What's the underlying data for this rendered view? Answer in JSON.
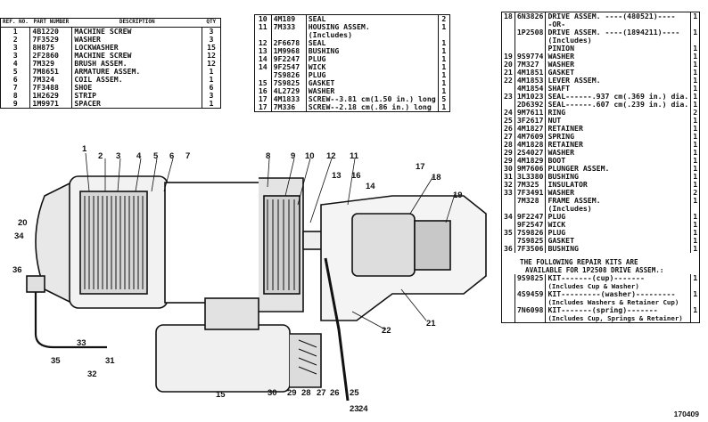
{
  "table1": {
    "headers": {
      "ref": "REF. NO.",
      "part": "PART NUMBER",
      "desc": "DESCRIPTION",
      "qty": "QTY"
    },
    "rows": [
      {
        "ref": "1",
        "pn": "4B1220",
        "desc": "MACHINE SCREW",
        "qty": "3"
      },
      {
        "ref": "2",
        "pn": "7F3529",
        "desc": "WASHER",
        "qty": "3"
      },
      {
        "ref": "3",
        "pn": "8H875",
        "desc": "LOCKWASHER",
        "qty": "15"
      },
      {
        "ref": "3",
        "pn": "2F2860",
        "desc": "MACHINE SCREW",
        "qty": "12"
      },
      {
        "ref": "4",
        "pn": "7M329",
        "desc": "BRUSH ASSEM.",
        "qty": "12"
      },
      {
        "ref": "5",
        "pn": "7M8651",
        "desc": "ARMATURE ASSEM.",
        "qty": "1"
      },
      {
        "ref": "6",
        "pn": "7M324",
        "desc": "COIL ASSEM.",
        "qty": "1"
      },
      {
        "ref": "7",
        "pn": "7F3488",
        "desc": "SHOE",
        "qty": "6"
      },
      {
        "ref": "8",
        "pn": "1H2629",
        "desc": "STRIP",
        "qty": "3"
      },
      {
        "ref": "9",
        "pn": "1M9971",
        "desc": "SPACER",
        "qty": "1"
      }
    ]
  },
  "table2": {
    "rows": [
      {
        "ref": "10",
        "pn": "4M189",
        "desc": "SEAL",
        "qty": "2"
      },
      {
        "ref": "11",
        "pn": "7M333",
        "desc": "HOUSING ASSEM.",
        "qty": "1"
      },
      {
        "ref": "",
        "pn": "",
        "desc": "(Includes)",
        "qty": ""
      },
      {
        "ref": "12",
        "pn": "2F6678",
        "desc": "SEAL",
        "qty": "1"
      },
      {
        "ref": "13",
        "pn": "1M9968",
        "desc": "BUSHING",
        "qty": "1"
      },
      {
        "ref": "14",
        "pn": "9F2247",
        "desc": "PLUG",
        "qty": "1"
      },
      {
        "ref": "14",
        "pn": "9F2547",
        "desc": "WICK",
        "qty": "1"
      },
      {
        "ref": "",
        "pn": "7S9826",
        "desc": "PLUG",
        "qty": "1"
      },
      {
        "ref": "15",
        "pn": "7S9825",
        "desc": "GASKET",
        "qty": "1"
      },
      {
        "ref": "16",
        "pn": "4L2729",
        "desc": "WASHER",
        "qty": "1"
      },
      {
        "ref": "17",
        "pn": "4M1833",
        "desc": "SCREW--3.81 cm(1.50 in.) long",
        "qty": "5"
      },
      {
        "ref": "17",
        "pn": "7M336",
        "desc": "SCREW--2.18 cm(.86 in.) long",
        "qty": "1"
      }
    ]
  },
  "table3": {
    "rows": [
      {
        "ref": "18",
        "pn": "6N3826",
        "desc": "DRIVE ASSEM. ----(480521)----",
        "qty": "1"
      },
      {
        "ref": "",
        "pn": "",
        "desc": "-OR-",
        "qty": ""
      },
      {
        "ref": "",
        "pn": "1P2508",
        "desc": "DRIVE ASSEM. ----(1894211)----",
        "qty": "1"
      },
      {
        "ref": "",
        "pn": "",
        "desc": "(Includes)",
        "qty": ""
      },
      {
        "ref": "",
        "pn": "",
        "desc": "PINION",
        "qty": "1"
      },
      {
        "ref": "19",
        "pn": "9S9774",
        "desc": "WASHER",
        "qty": "1"
      },
      {
        "ref": "20",
        "pn": "7M327",
        "desc": "WASHER",
        "qty": "1"
      },
      {
        "ref": "21",
        "pn": "4M1851",
        "desc": "GASKET",
        "qty": "1"
      },
      {
        "ref": "22",
        "pn": "4M1853",
        "desc": "LEVER ASSEM.",
        "qty": "1"
      },
      {
        "ref": "",
        "pn": "4M1854",
        "desc": "SHAFT",
        "qty": "1"
      },
      {
        "ref": "23",
        "pn": "1M1023",
        "desc": "SEAL------.937 cm(.369 in.) dia.",
        "qty": "1"
      },
      {
        "ref": "",
        "pn": "2D6392",
        "desc": "SEAL------.607 cm(.239 in.) dia.",
        "qty": "1"
      },
      {
        "ref": "24",
        "pn": "9M7611",
        "desc": "RING",
        "qty": "2"
      },
      {
        "ref": "25",
        "pn": "3F2617",
        "desc": "NUT",
        "qty": "1"
      },
      {
        "ref": "26",
        "pn": "4M1827",
        "desc": "RETAINER",
        "qty": "1"
      },
      {
        "ref": "27",
        "pn": "4M7609",
        "desc": "SPRING",
        "qty": "1"
      },
      {
        "ref": "28",
        "pn": "4M1828",
        "desc": "RETAINER",
        "qty": "1"
      },
      {
        "ref": "29",
        "pn": "2S4027",
        "desc": "WASHER",
        "qty": "1"
      },
      {
        "ref": "29",
        "pn": "4M1829",
        "desc": "BOOT",
        "qty": "1"
      },
      {
        "ref": "30",
        "pn": "9M7606",
        "desc": "PLUNGER ASSEM.",
        "qty": "1"
      },
      {
        "ref": "31",
        "pn": "3L3380",
        "desc": "BUSHING",
        "qty": "1"
      },
      {
        "ref": "32",
        "pn": "7M325",
        "desc": "INSULATOR",
        "qty": "1"
      },
      {
        "ref": "33",
        "pn": "7F3491",
        "desc": "WASHER",
        "qty": "2"
      },
      {
        "ref": "",
        "pn": "7M328",
        "desc": "FRAME ASSEM.",
        "qty": "1"
      },
      {
        "ref": "",
        "pn": "",
        "desc": "(Includes)",
        "qty": ""
      },
      {
        "ref": "34",
        "pn": "9F2247",
        "desc": "PLUG",
        "qty": "1"
      },
      {
        "ref": "",
        "pn": "9F2547",
        "desc": "WICK",
        "qty": "1"
      },
      {
        "ref": "35",
        "pn": "7S9826",
        "desc": "PLUG",
        "qty": "1"
      },
      {
        "ref": "",
        "pn": "7S9825",
        "desc": "GASKET",
        "qty": "1"
      },
      {
        "ref": "36",
        "pn": "7F3506",
        "desc": "BUSHING",
        "qty": "1"
      }
    ],
    "note": [
      "THE FOLLOWING REPAIR KITS ARE",
      "AVAILABLE FOR 1P2508 DRIVE ASSEM.:"
    ],
    "kits": [
      {
        "pn": "9S9825",
        "desc": "KIT-------(cup)-------",
        "qty": "1",
        "sub": "(Includes Cup & Washer)"
      },
      {
        "pn": "4S9459",
        "desc": "KIT---------(washer)---------",
        "qty": "1",
        "sub": "(Includes Washers & Retainer Cup)"
      },
      {
        "pn": "7N6098",
        "desc": "KIT-------(spring)-------",
        "qty": "1",
        "sub": "(Includes Cup, Springs & Retainer)"
      }
    ]
  },
  "callouts": [
    "1",
    "2",
    "3",
    "4",
    "5",
    "6",
    "7",
    "8",
    "9",
    "10",
    "11",
    "12",
    "13",
    "14",
    "15",
    "16",
    "17",
    "18",
    "19",
    "20",
    "21",
    "22",
    "23",
    "24",
    "25",
    "26",
    "27",
    "28",
    "29",
    "30",
    "31",
    "32",
    "33",
    "34",
    "35",
    "36"
  ],
  "figure_number": "170409"
}
